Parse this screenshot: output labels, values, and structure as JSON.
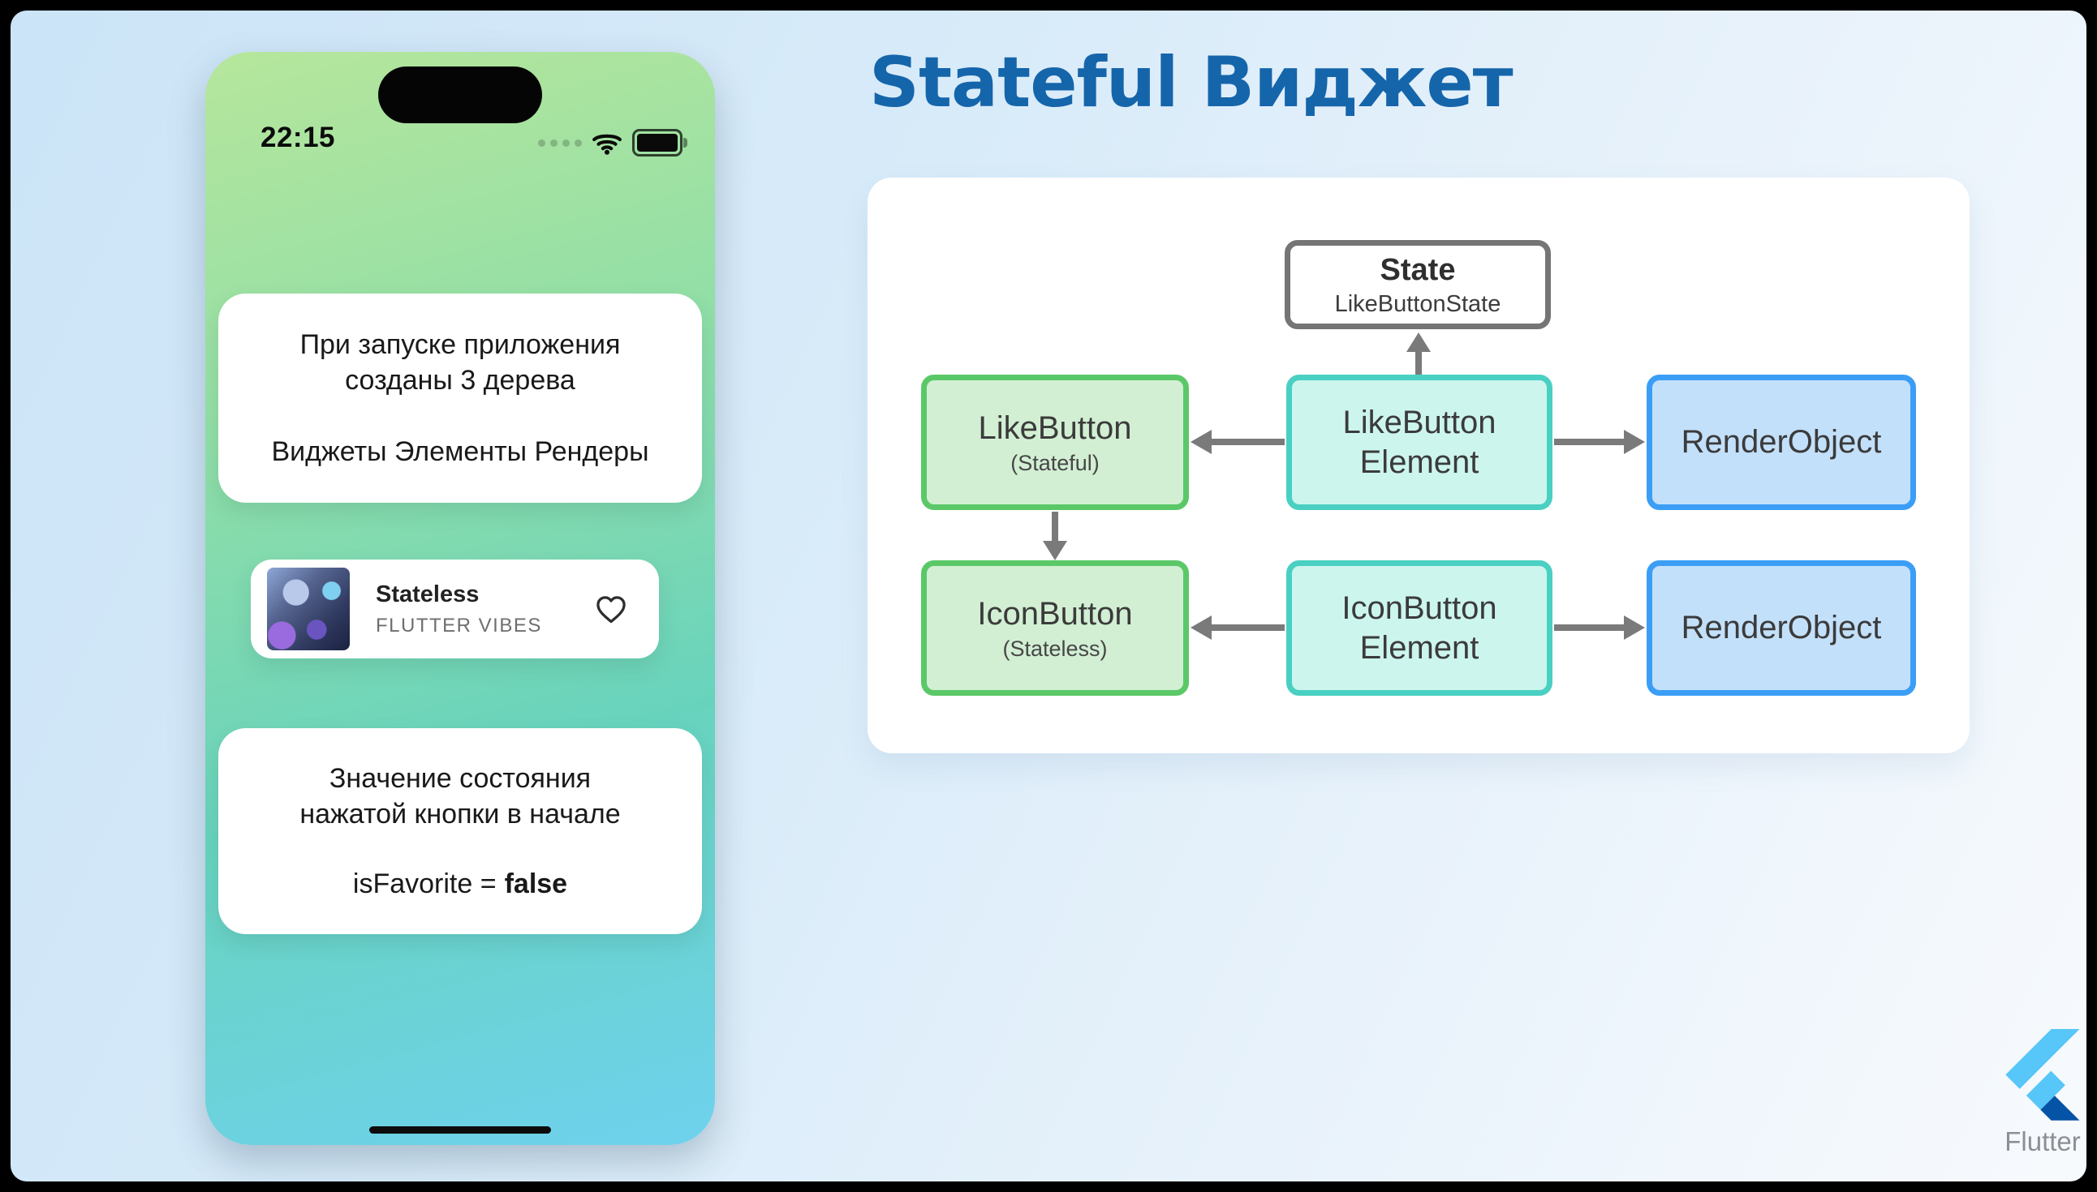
{
  "colors": {
    "title": "#1565ab",
    "slide_bg_start": "#cbe4f7",
    "slide_bg_end": "#f7fafd",
    "phone_top": "#b6e69c",
    "phone_mid": "#68d3bd",
    "phone_bottom": "#6ed2ee",
    "widget_border": "#5bc868",
    "widget_fill": "#d2efd3",
    "element_border": "#49d0c2",
    "element_fill": "#ccf5ee",
    "render_border": "#3b9ef6",
    "render_fill": "#c3e0fa",
    "state_border": "#757575",
    "arrow": "#7a7a7a",
    "flutter_light": "#57c6f8",
    "flutter_mid": "#29b2ef",
    "flutter_navy": "#0553a6"
  },
  "title": "Stateful Виджет",
  "phone": {
    "status_bar": {
      "time": "22:15"
    },
    "card_top": {
      "line1": "При запуске приложения",
      "line2": "созданы 3 дерева",
      "line3": "Виджеты Элементы Рендеры"
    },
    "music_card": {
      "title": "Stateless",
      "subtitle": "FLUTTER VIBES"
    },
    "card_bottom": {
      "line1": "Значение состояния",
      "line2": "нажатой кнопки в начале",
      "code_label": "isFavorite =",
      "code_value": "false"
    }
  },
  "diagram": {
    "state_box": {
      "title": "State",
      "subtitle": "LikeButtonState"
    },
    "rows": [
      {
        "widget": "LikeButton",
        "widget_sub": "(Stateful)",
        "element_line1": "LikeButton",
        "element_line2": "Element",
        "render": "RenderObject"
      },
      {
        "widget": "IconButton",
        "widget_sub": "(Stateless)",
        "element_line1": "IconButton",
        "element_line2": "Element",
        "render": "RenderObject"
      }
    ]
  },
  "footer": {
    "brand": "Flutter"
  }
}
